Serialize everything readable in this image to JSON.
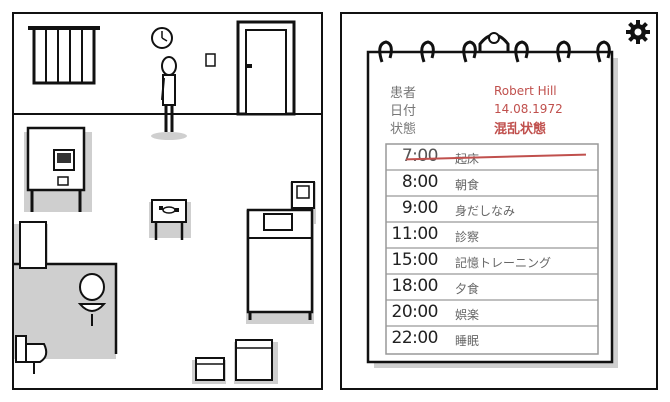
{
  "room": {
    "clock": "clock-icon",
    "character": "patient-figure"
  },
  "notebook": {
    "settings_icon": "gear-icon",
    "info": [
      {
        "label": "患者",
        "value": "Robert Hill"
      },
      {
        "label": "日付",
        "value": "14.08.1972"
      },
      {
        "label": "状態",
        "value": "混乱状態"
      }
    ],
    "schedule": [
      {
        "time": "7:00",
        "activity": "起床",
        "done": true
      },
      {
        "time": "8:00",
        "activity": "朝食",
        "done": false
      },
      {
        "time": "9:00",
        "activity": "身だしなみ",
        "done": false
      },
      {
        "time": "11:00",
        "activity": "診察",
        "done": false
      },
      {
        "time": "15:00",
        "activity": "記憶トレーニング",
        "done": false
      },
      {
        "time": "18:00",
        "activity": "夕食",
        "done": false
      },
      {
        "time": "20:00",
        "activity": "娯楽",
        "done": false
      },
      {
        "time": "22:00",
        "activity": "睡眠",
        "done": false
      }
    ],
    "accent_color": "#c0504d"
  }
}
